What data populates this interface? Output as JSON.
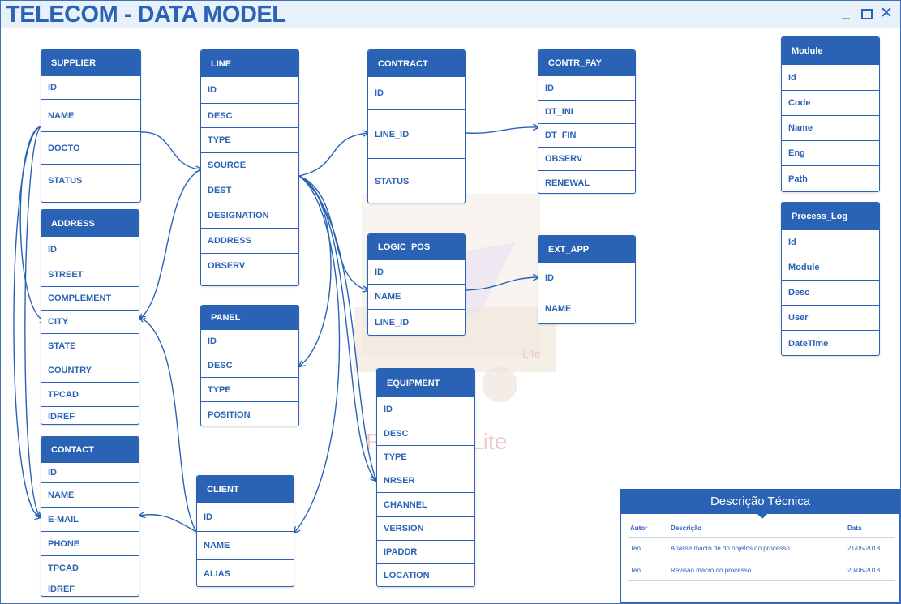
{
  "app_title": "TELECOM - DATA MODEL",
  "window_controls": {
    "minimize": "_",
    "close": "✕"
  },
  "watermark": "Paint Pad Lite",
  "watermark_art_text": "Lite",
  "colors": {
    "primary": "#2a63b5",
    "titlebar": "#e8f0fa",
    "watermark": "#f2c9c9"
  },
  "entities": [
    {
      "id": "supplier",
      "name": "SUPPLIER",
      "fields": [
        "ID",
        "NAME",
        "DOCTO",
        "STATUS"
      ]
    },
    {
      "id": "address",
      "name": "ADDRESS",
      "fields": [
        "ID",
        "STREET",
        "COMPLEMENT",
        "CITY",
        "STATE",
        "COUNTRY",
        "TPCAD",
        "IDREF"
      ]
    },
    {
      "id": "contact",
      "name": "CONTACT",
      "fields": [
        "ID",
        "NAME",
        "E-MAIL",
        "PHONE",
        "TPCAD",
        "IDREF"
      ]
    },
    {
      "id": "line",
      "name": "LINE",
      "fields": [
        "ID",
        "DESC",
        "TYPE",
        "SOURCE",
        "DEST",
        "DESIGNATION",
        "ADDRESS",
        "OBSERV"
      ]
    },
    {
      "id": "panel",
      "name": "PANEL",
      "fields": [
        "ID",
        "DESC",
        "TYPE",
        "POSITION"
      ]
    },
    {
      "id": "client",
      "name": "CLIENT",
      "fields": [
        "ID",
        "NAME",
        "ALIAS"
      ]
    },
    {
      "id": "contract",
      "name": "CONTRACT",
      "fields": [
        "ID",
        "LINE_ID",
        "STATUS"
      ]
    },
    {
      "id": "logic_pos",
      "name": "LOGIC_POS",
      "fields": [
        "ID",
        "NAME",
        "LINE_ID"
      ]
    },
    {
      "id": "equipment",
      "name": "EQUIPMENT",
      "fields": [
        "ID",
        "DESC",
        "TYPE",
        "NRSER",
        "CHANNEL",
        "VERSION",
        "IPADDR",
        "LOCATION"
      ]
    },
    {
      "id": "contr_pay",
      "name": "CONTR_PAY",
      "fields": [
        "ID",
        "DT_INI",
        "DT_FIN",
        "OBSERV",
        "RENEWAL"
      ]
    },
    {
      "id": "ext_app",
      "name": "EXT_APP",
      "fields": [
        "ID",
        "NAME"
      ]
    },
    {
      "id": "module",
      "name": "Module",
      "fields": [
        "Id",
        "Code",
        "Name",
        "Eng",
        "Path"
      ]
    },
    {
      "id": "process_log",
      "name": "Process_Log",
      "fields": [
        "Id",
        "Module",
        "Desc",
        "User",
        "DateTime"
      ]
    }
  ],
  "description_panel": {
    "title": "Descrição Técnica",
    "columns": [
      "Autor",
      "Descrição",
      "Data"
    ],
    "rows": [
      {
        "author": "Teo",
        "description": "Análise macro de do objetos do processo",
        "date": "21/05/2018"
      },
      {
        "author": "Teo",
        "description": "Revisão macro do processo",
        "date": "20/06/2018"
      }
    ]
  }
}
